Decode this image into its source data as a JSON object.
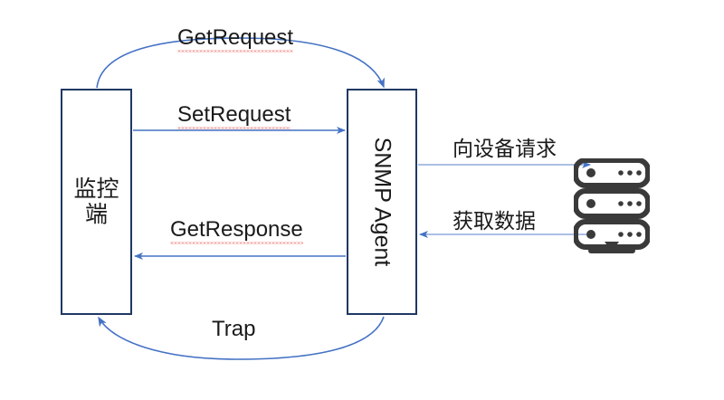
{
  "diagram": {
    "title": "SNMP protocol interaction diagram",
    "type": "network-protocol-flow",
    "background_color": "#ffffff",
    "arrow_color": "#4472c4",
    "box_border_color": "#1f3864",
    "text_color": "#1a1a1a",
    "spellcheck_underline_color": "#e8504a",
    "icon_color": "#3a3a3a"
  },
  "nodes": [
    {
      "id": "monitor",
      "label": "监控端",
      "orientation": "horizontal-wrapped",
      "shape": "rectangle"
    },
    {
      "id": "agent",
      "label": "SNMP Agent",
      "orientation": "vertical-rotated-90",
      "shape": "rectangle"
    },
    {
      "id": "device",
      "label": "server-stack-icon",
      "orientation": "icon",
      "shape": "icon"
    }
  ],
  "edges": [
    {
      "id": "getrequest",
      "label": "GetRequest",
      "from": "monitor",
      "to": "agent",
      "direction": "right",
      "style": "curved-arc-above",
      "spellchecked": true
    },
    {
      "id": "setrequest",
      "label": "SetRequest",
      "from": "monitor",
      "to": "agent",
      "direction": "right",
      "style": "straight",
      "spellchecked": true
    },
    {
      "id": "getresponse",
      "label": "GetResponse",
      "from": "agent",
      "to": "monitor",
      "direction": "left",
      "style": "straight",
      "spellchecked": true
    },
    {
      "id": "trap",
      "label": "Trap",
      "from": "agent",
      "to": "monitor",
      "direction": "left",
      "style": "curved-arc-below",
      "spellchecked": false
    },
    {
      "id": "request-device",
      "label": "向设备请求",
      "from": "agent",
      "to": "device",
      "direction": "right",
      "style": "straight",
      "spellchecked": false
    },
    {
      "id": "fetch-data",
      "label": "获取数据",
      "from": "device",
      "to": "agent",
      "direction": "left",
      "style": "straight",
      "spellchecked": false
    }
  ],
  "icons": {
    "server": "server-stack-icon"
  }
}
